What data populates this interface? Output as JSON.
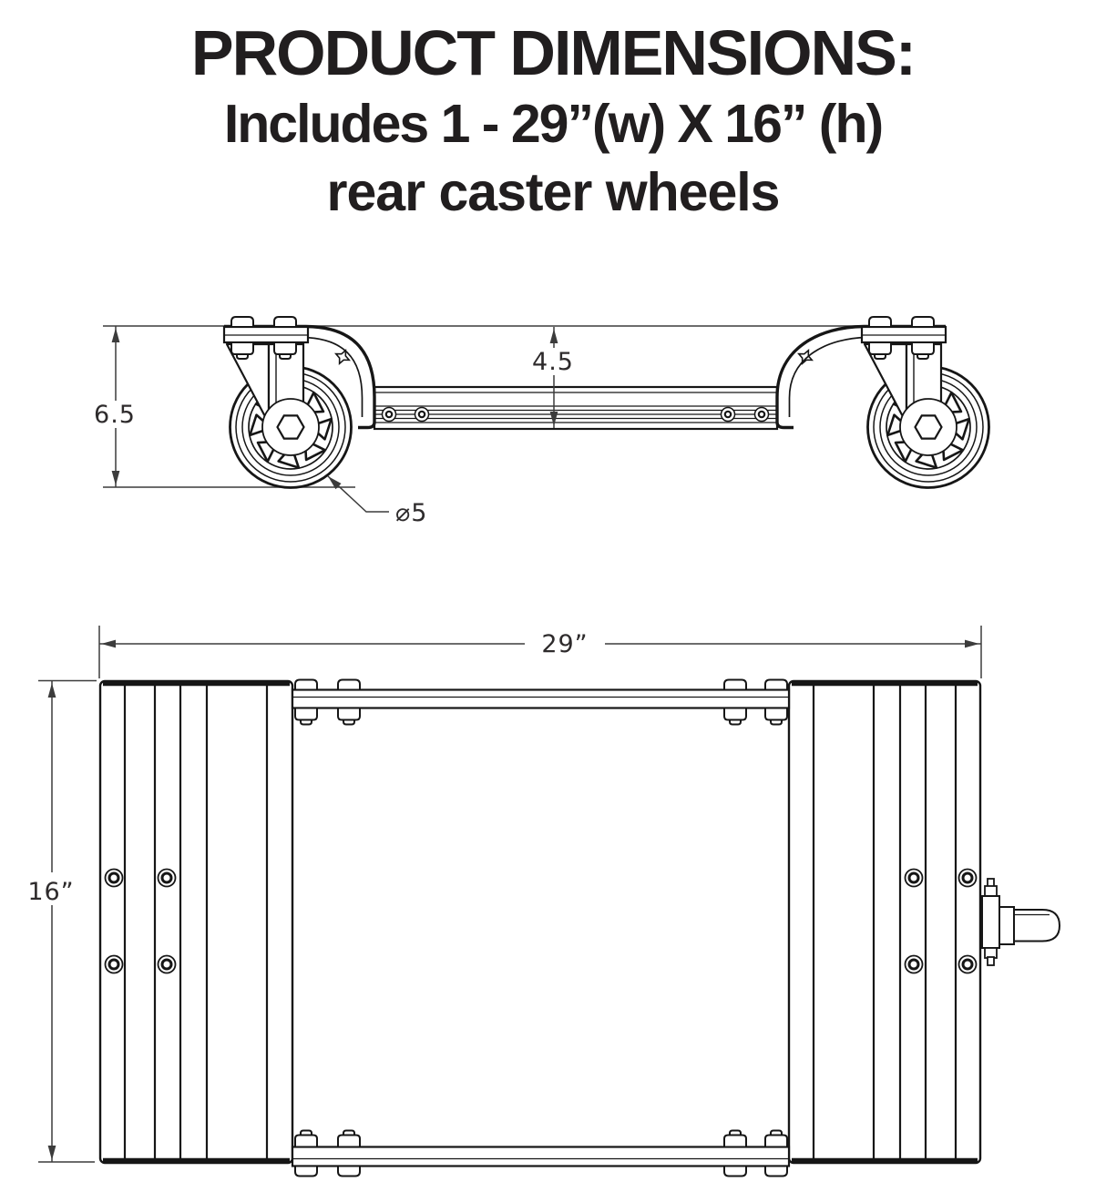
{
  "title": {
    "line1": "PRODUCT DIMENSIONS:",
    "line2": "Includes 1 - 29”(w) X 16” (h)",
    "line3": "rear caster wheels"
  },
  "side_view": {
    "overall_height_label": "6.5",
    "deck_height_label": "4.5",
    "wheel_diameter_label": "⌀5"
  },
  "top_view": {
    "width_label": "29”",
    "height_label": "16”"
  },
  "colors": {
    "line": "#161616",
    "dim_line": "#3c3c3c",
    "text": "#2e2b2c",
    "title_text": "#211e1f",
    "background": "#ffffff"
  }
}
